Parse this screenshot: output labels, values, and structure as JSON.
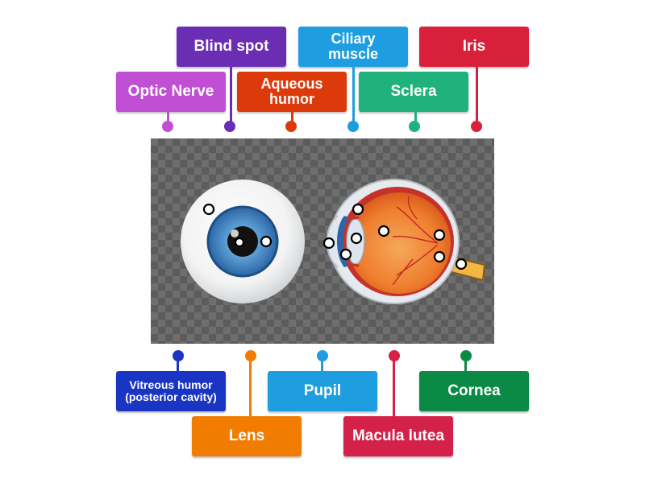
{
  "labels": {
    "blind_spot": "Blind spot",
    "ciliary_muscle_line1": "Ciliary",
    "ciliary_muscle_line2": "muscle",
    "iris": "Iris",
    "optic_nerve": "Optic Nerve",
    "aqueous_humor_line1": "Aqueous",
    "aqueous_humor_line2": "humor",
    "sclera": "Sclera",
    "vitreous_humor_line1": "Vitreous humor",
    "vitreous_humor_line2": "(posterior cavity)",
    "lens": "Lens",
    "pupil": "Pupil",
    "macula_lutea": "Macula lutea",
    "cornea": "Cornea"
  },
  "colors": {
    "purple": "#6a2db3",
    "sky_blue": "#1e9de0",
    "red": "#d9203b",
    "magenta": "#c04fd3",
    "orange_red": "#dd3a0c",
    "teal": "#1fb27d",
    "navy": "#1a35c4",
    "orange": "#f27c00",
    "crimson": "#d4214a",
    "green": "#0a8a44"
  }
}
